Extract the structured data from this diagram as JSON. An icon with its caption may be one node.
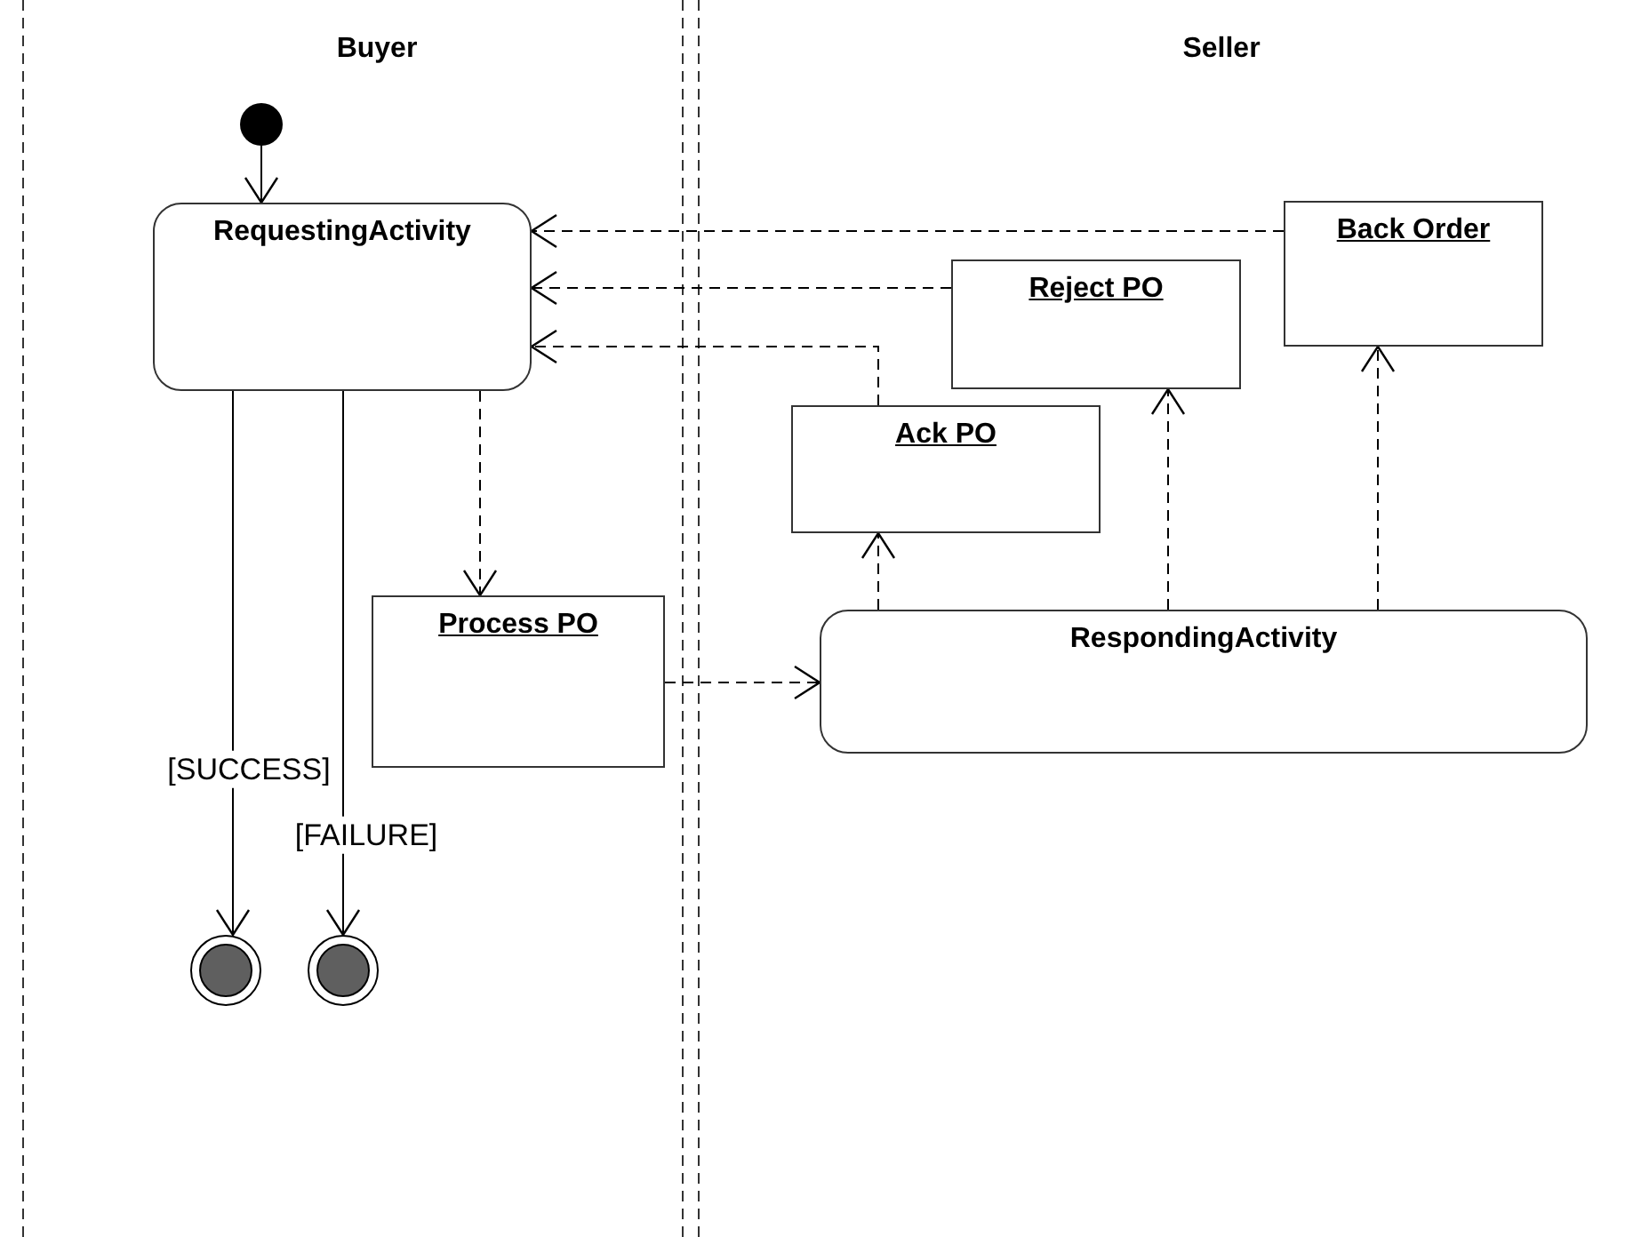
{
  "diagram": {
    "nodes": [
      {
        "text": [],
        "shape": "circle"
      },
      {
        "text": [
          "RequestingActivity"
        ]
      },
      {
        "text": [
          "Process PO"
        ]
      },
      {
        "text": [
          "Ack PO"
        ]
      },
      {
        "text": [
          "Reject PO"
        ]
      },
      {
        "text": [
          "Back Order"
        ]
      },
      {
        "text": [
          "RespondingActivity"
        ]
      },
      {
        "text": [],
        "shape": "circle"
      },
      {
        "text": [],
        "shape": "circle"
      }
    ],
    "edges": [
      {
        "from": 0,
        "to": 1,
        "arrow": "to"
      },
      {
        "from": 1,
        "to": 7,
        "arrow": "to",
        "label": "[SUCCESS]"
      },
      {
        "from": 1,
        "to": 8,
        "arrow": "to",
        "label": "[FAILURE]"
      },
      {
        "from": 1,
        "to": 2,
        "arrow": "to",
        "style": "dashed"
      },
      {
        "from": 2,
        "to": 6,
        "arrow": "to",
        "style": "dashed"
      },
      {
        "from": 6,
        "to": 3,
        "arrow": "to",
        "style": "dashed"
      },
      {
        "from": 6,
        "to": 4,
        "arrow": "to",
        "style": "dashed"
      },
      {
        "from": 6,
        "to": 5,
        "arrow": "to",
        "style": "dashed"
      },
      {
        "from": 5,
        "to": 1,
        "arrow": "to",
        "style": "dashed"
      },
      {
        "from": 4,
        "to": 1,
        "arrow": "to",
        "style": "dashed"
      },
      {
        "from": 3,
        "to": 1,
        "arrow": "to",
        "style": "dashed"
      }
    ],
    "labels": [
      "Buyer",
      "Seller"
    ]
  }
}
